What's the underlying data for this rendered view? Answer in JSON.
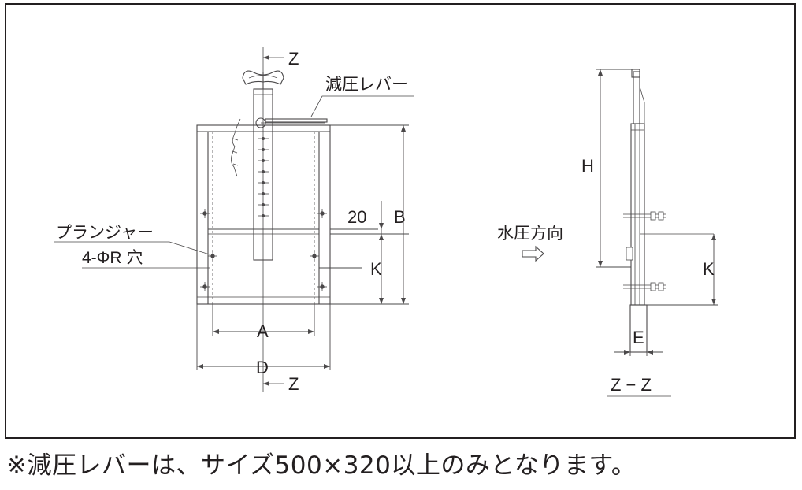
{
  "labels": {
    "section_arrow_top": "Z",
    "section_arrow_bottom": "Z",
    "pressure_lever": "減圧レバー",
    "plunger": "プランジャー",
    "holes": "4-ΦR 穴",
    "dim_20": "20",
    "dim_b": "B",
    "dim_k_front": "K",
    "dim_a": "A",
    "dim_d": "D",
    "water_pressure_direction": "水圧方向",
    "dim_h": "H",
    "dim_k_side": "K",
    "dim_e": "E",
    "section_title": "Z − Z"
  },
  "note": "※減圧レバーは、サイズ500×320以上のみとなります。"
}
